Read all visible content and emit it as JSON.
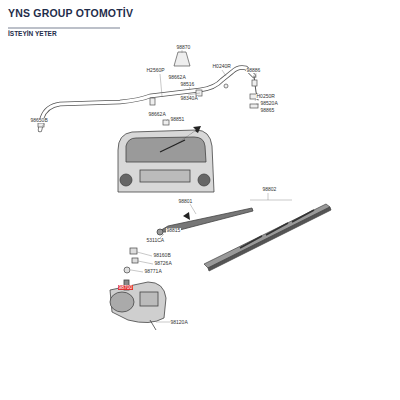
{
  "diagram": {
    "title": "YNS GROUP OTOMOTİV",
    "labels": [
      "İSTEYİN YETER",
      "98870",
      "H2560P",
      "98662A",
      "98516",
      "H0240R",
      "98886",
      "98650B",
      "98340A",
      "98851",
      "98662A",
      "H0250R",
      "98520A",
      "98865",
      "98802",
      "98801",
      "98815",
      "5311CA",
      "98160B",
      "98726A",
      "98771A",
      "98700",
      "98120A"
    ]
  }
}
